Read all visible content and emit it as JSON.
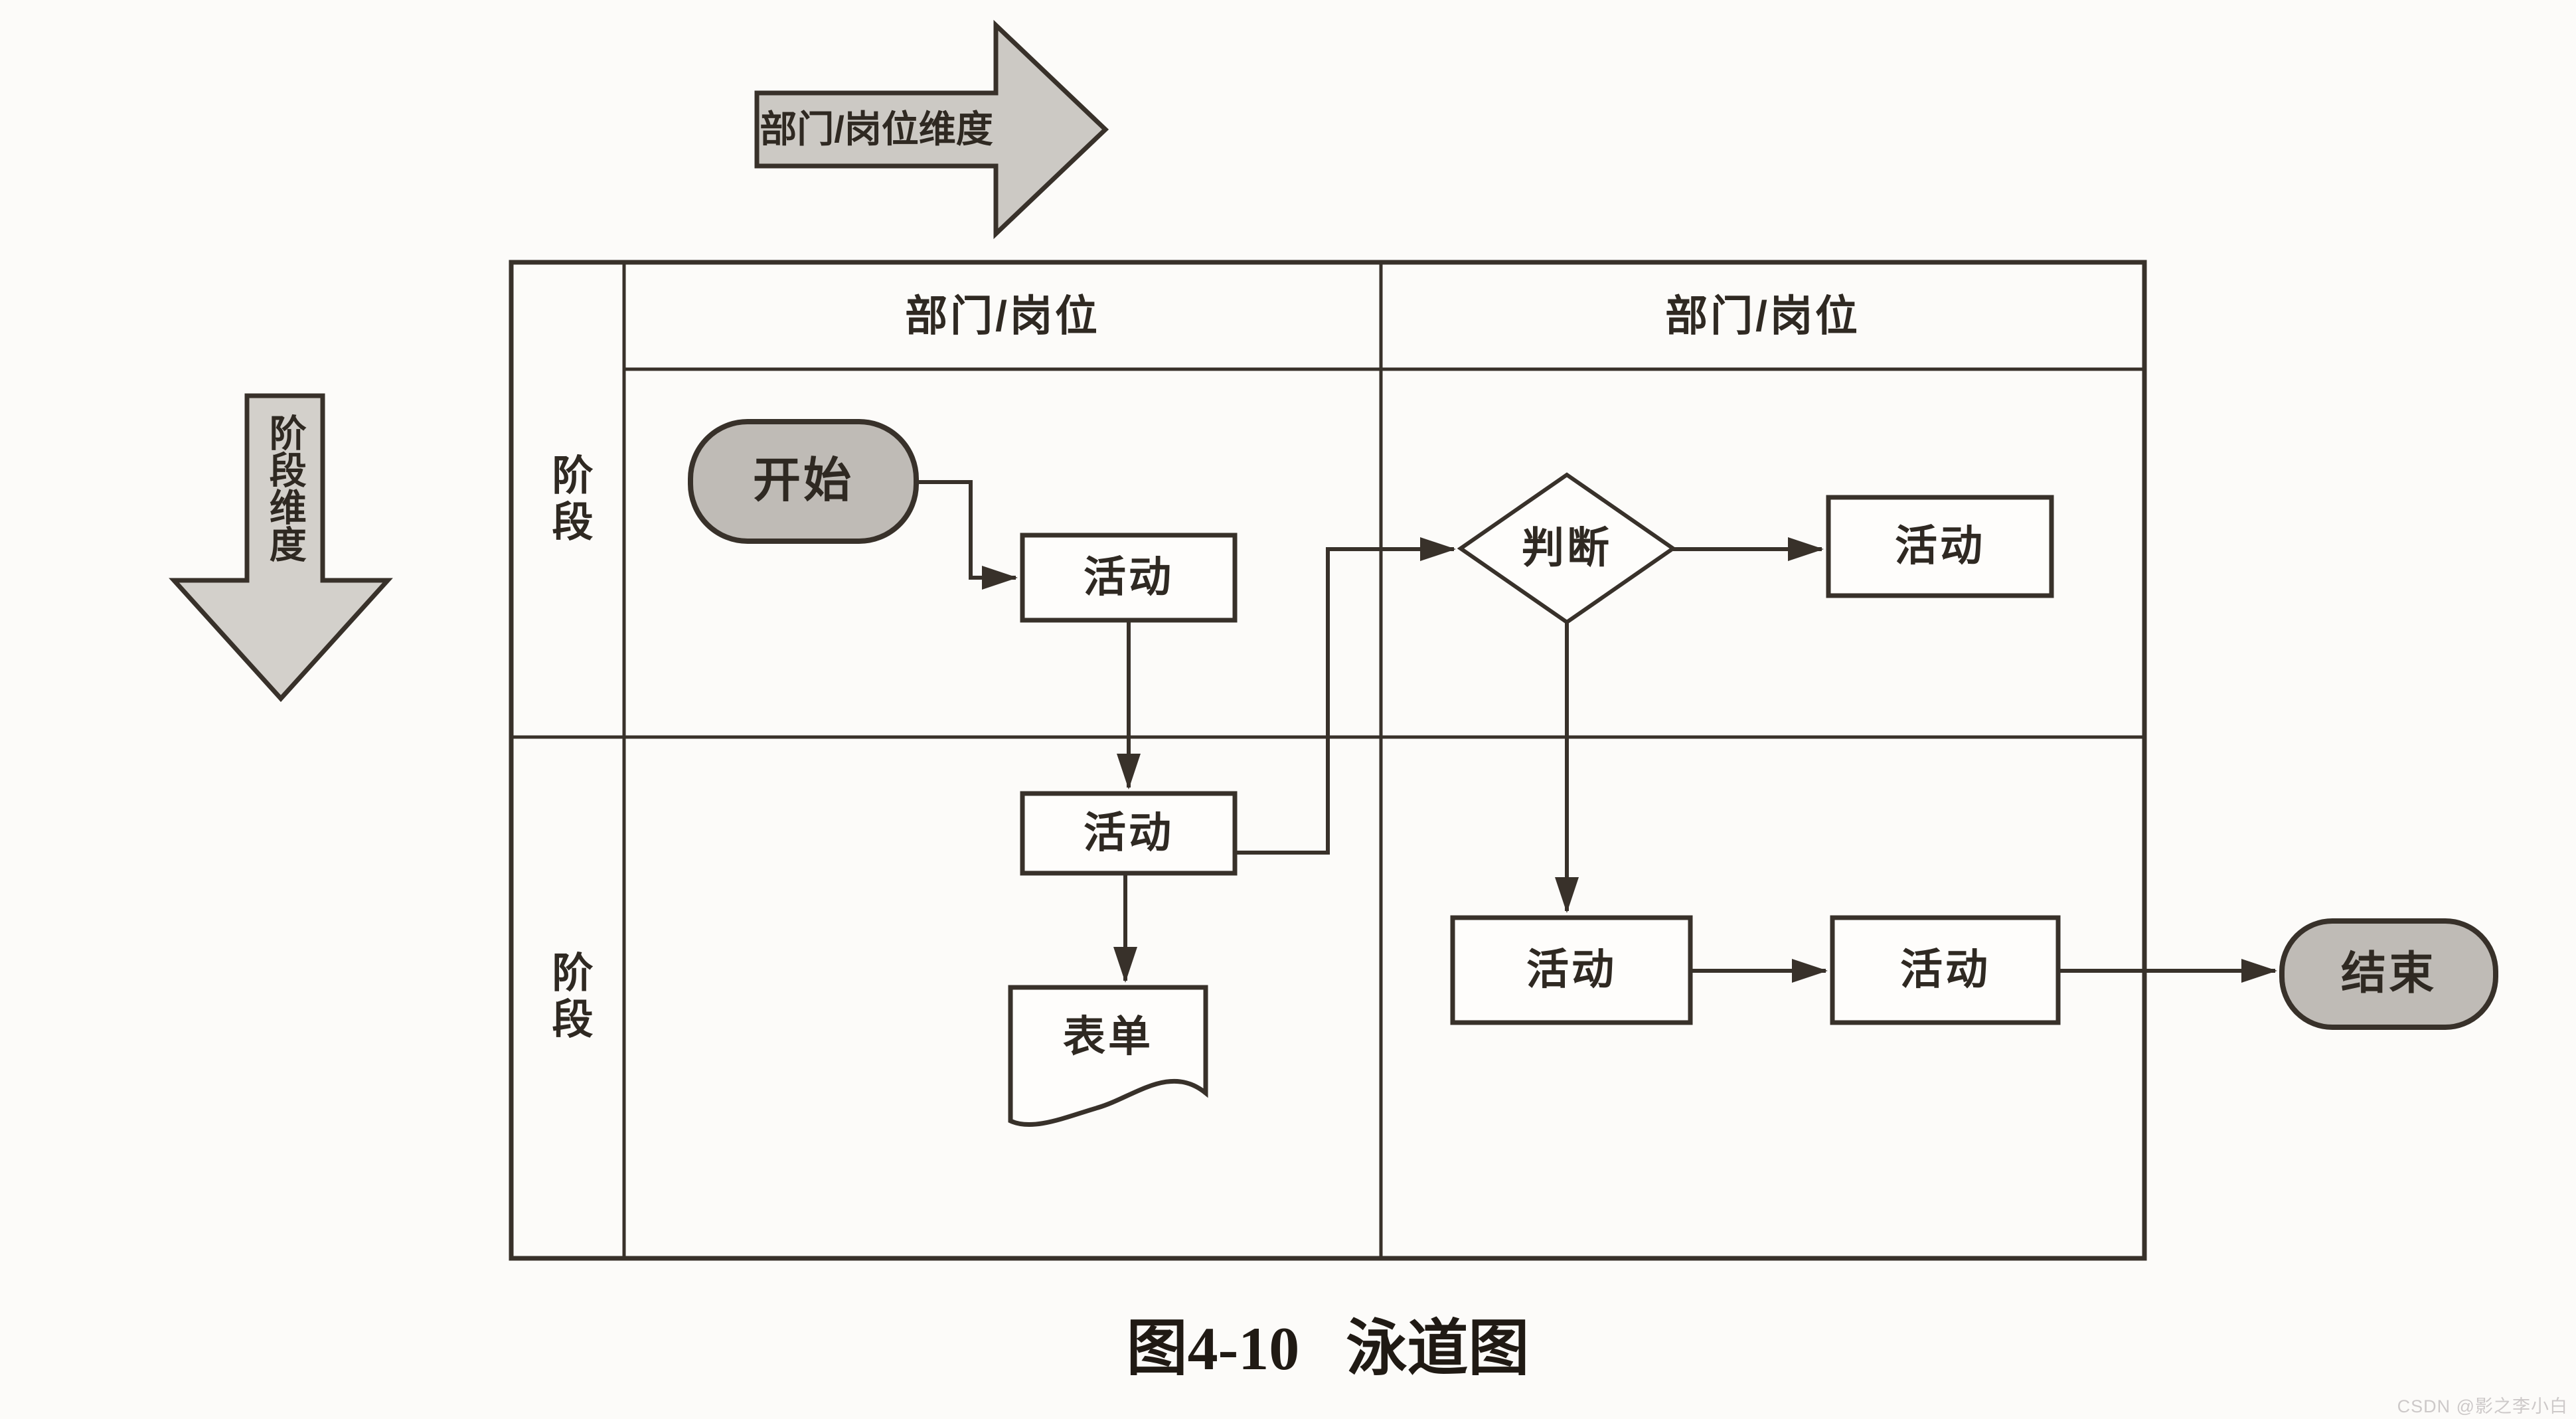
{
  "figure": {
    "dimension_arrows": {
      "horizontal_label": "部门/岗位维度",
      "vertical_label": "阶段维度"
    },
    "swimlane_table": {
      "column_headers": [
        "部门/岗位",
        "部门/岗位"
      ],
      "row_labels": [
        "阶段",
        "阶段"
      ]
    },
    "flowchart": {
      "start": "开始",
      "activity_top_left": "活动",
      "activity_mid_left": "活动",
      "form": "表单",
      "decision": "判断",
      "activity_after_decision": "活动",
      "activity_bottom_1": "活动",
      "activity_bottom_2": "活动",
      "end": "结束"
    },
    "caption": {
      "figure_no": "图4-10",
      "title": "泳道图"
    },
    "watermark": "CSDN @影之李小白",
    "colors": {
      "line": "#38312a",
      "terminator_fill": "#bfbbb6",
      "dimension_arrow_fill": "#ccc9c4",
      "box_fill": "#fefdfb",
      "background": "#fcfbf9",
      "text": "#2f2922",
      "watermark_text": "#cdc9c9"
    }
  }
}
